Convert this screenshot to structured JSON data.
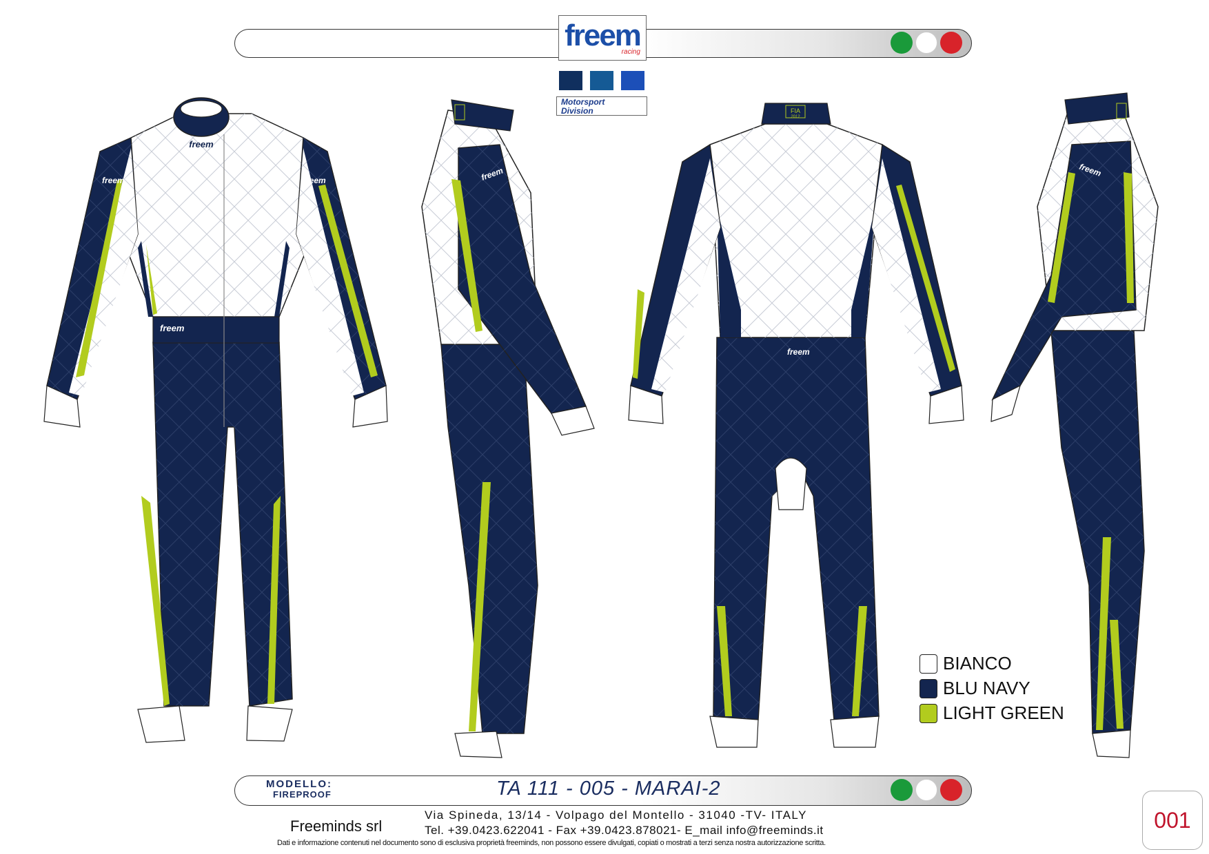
{
  "header": {
    "brand_logo": "freem",
    "brand_sub": "racing",
    "motorsport_line1": "Motorsport",
    "motorsport_line2": "Division",
    "flag_colors": [
      "#1a9a3a",
      "#ffffff",
      "#d8232a"
    ],
    "palette_swatches": [
      "#102f5e",
      "#155a95",
      "#1c4fb8"
    ]
  },
  "suit": {
    "colors": {
      "white": "#ffffff",
      "navy": "#13254f",
      "green": "#b2cc1e",
      "stitch": "#9aa3b5"
    },
    "logo_text": "freem",
    "fia_label": "FIA",
    "fia_year": "2012"
  },
  "legend": [
    {
      "label": "BIANCO",
      "color": "#ffffff"
    },
    {
      "label": "BLU NAVY",
      "color": "#13254f"
    },
    {
      "label": "LIGHT GREEN",
      "color": "#b2cc1e"
    }
  ],
  "footer": {
    "modello_label": "MODELLO:",
    "fireproof_label": "FIREPROOF",
    "model_code": "TA 111 - 005 - MARAI-2",
    "company": "Freeminds srl",
    "address_line1": "Via Spineda, 13/14 - Volpago del Montello - 31040 -TV- ITALY",
    "address_line2": "Tel. +39.0423.622041 - Fax +39.0423.878021- E_mail info@freeminds.it",
    "disclaimer": "Dati e informazione contenuti nel documento sono di esclusiva proprietà freeminds, non possono essere divulgati, copiati o mostrati a terzi senza nostra autorizzazione scritta.",
    "page_number": "001"
  }
}
